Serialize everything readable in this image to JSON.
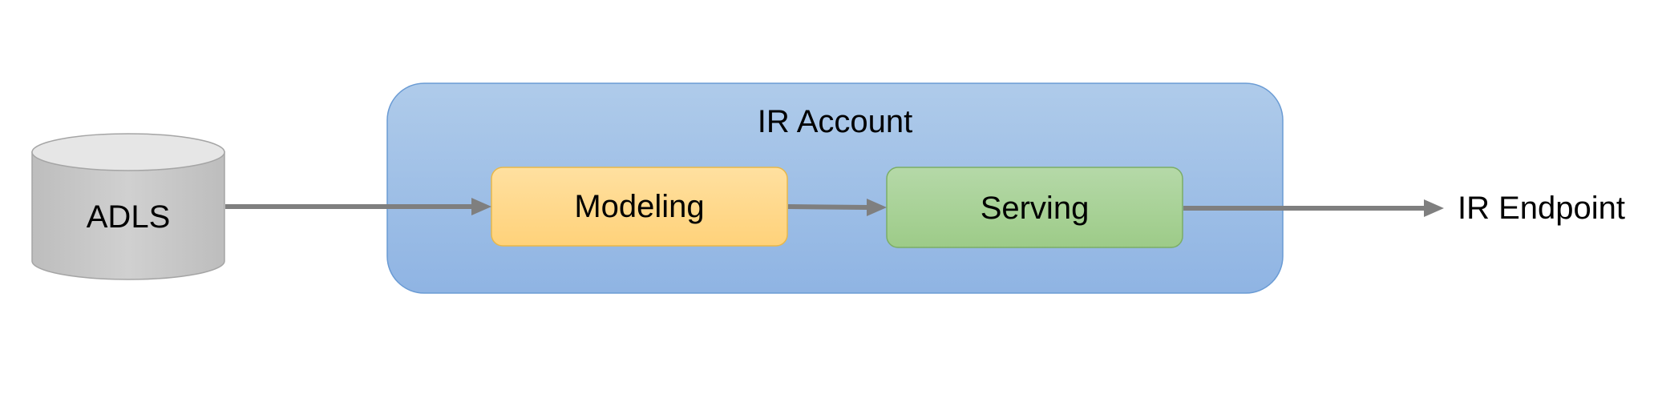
{
  "diagram": {
    "nodes": {
      "storage": {
        "label": "ADLS",
        "shape": "cylinder",
        "fill": "#c9c9c9",
        "top_fill": "#e6e6e6",
        "stroke": "#a5a5a5"
      },
      "account": {
        "label": "IR Account",
        "shape": "rounded-rectangle",
        "fill_top": "#afcbea",
        "fill_bottom": "#8fb4e3",
        "stroke": "#6a9bd4"
      },
      "modeling": {
        "label": "Modeling",
        "shape": "rounded-rectangle",
        "fill_top": "#ffe0a0",
        "fill_bottom": "#ffd27a",
        "stroke": "#e8b84a"
      },
      "serving": {
        "label": "Serving",
        "shape": "rounded-rectangle",
        "fill_top": "#b5d9a8",
        "fill_bottom": "#9dcb88",
        "stroke": "#7bad66"
      },
      "endpoint": {
        "label": "IR Endpoint"
      }
    },
    "edges": [
      {
        "from": "storage",
        "to": "modeling"
      },
      {
        "from": "modeling",
        "to": "serving"
      },
      {
        "from": "serving",
        "to": "endpoint"
      }
    ],
    "arrow_color": "#7f7f7f"
  }
}
